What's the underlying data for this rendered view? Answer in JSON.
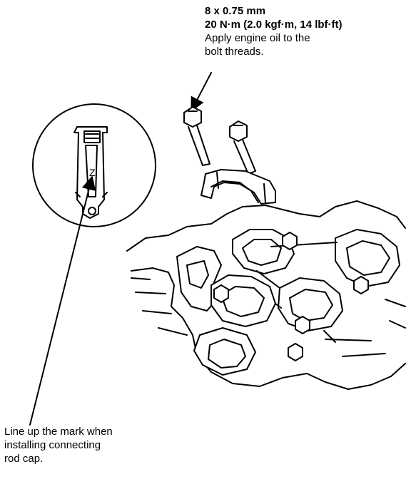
{
  "spec": {
    "size": "8 x 0.75 mm",
    "torque": "20 N·m (2.0 kgf·m, 14 lbf·ft)",
    "instruction_line1": "Apply engine oil to the",
    "instruction_line2": "bolt threads."
  },
  "note": {
    "line1": "Line up the mark when",
    "line2": "installing connecting",
    "line3": "rod cap."
  },
  "detail": {
    "mark": "Z"
  }
}
